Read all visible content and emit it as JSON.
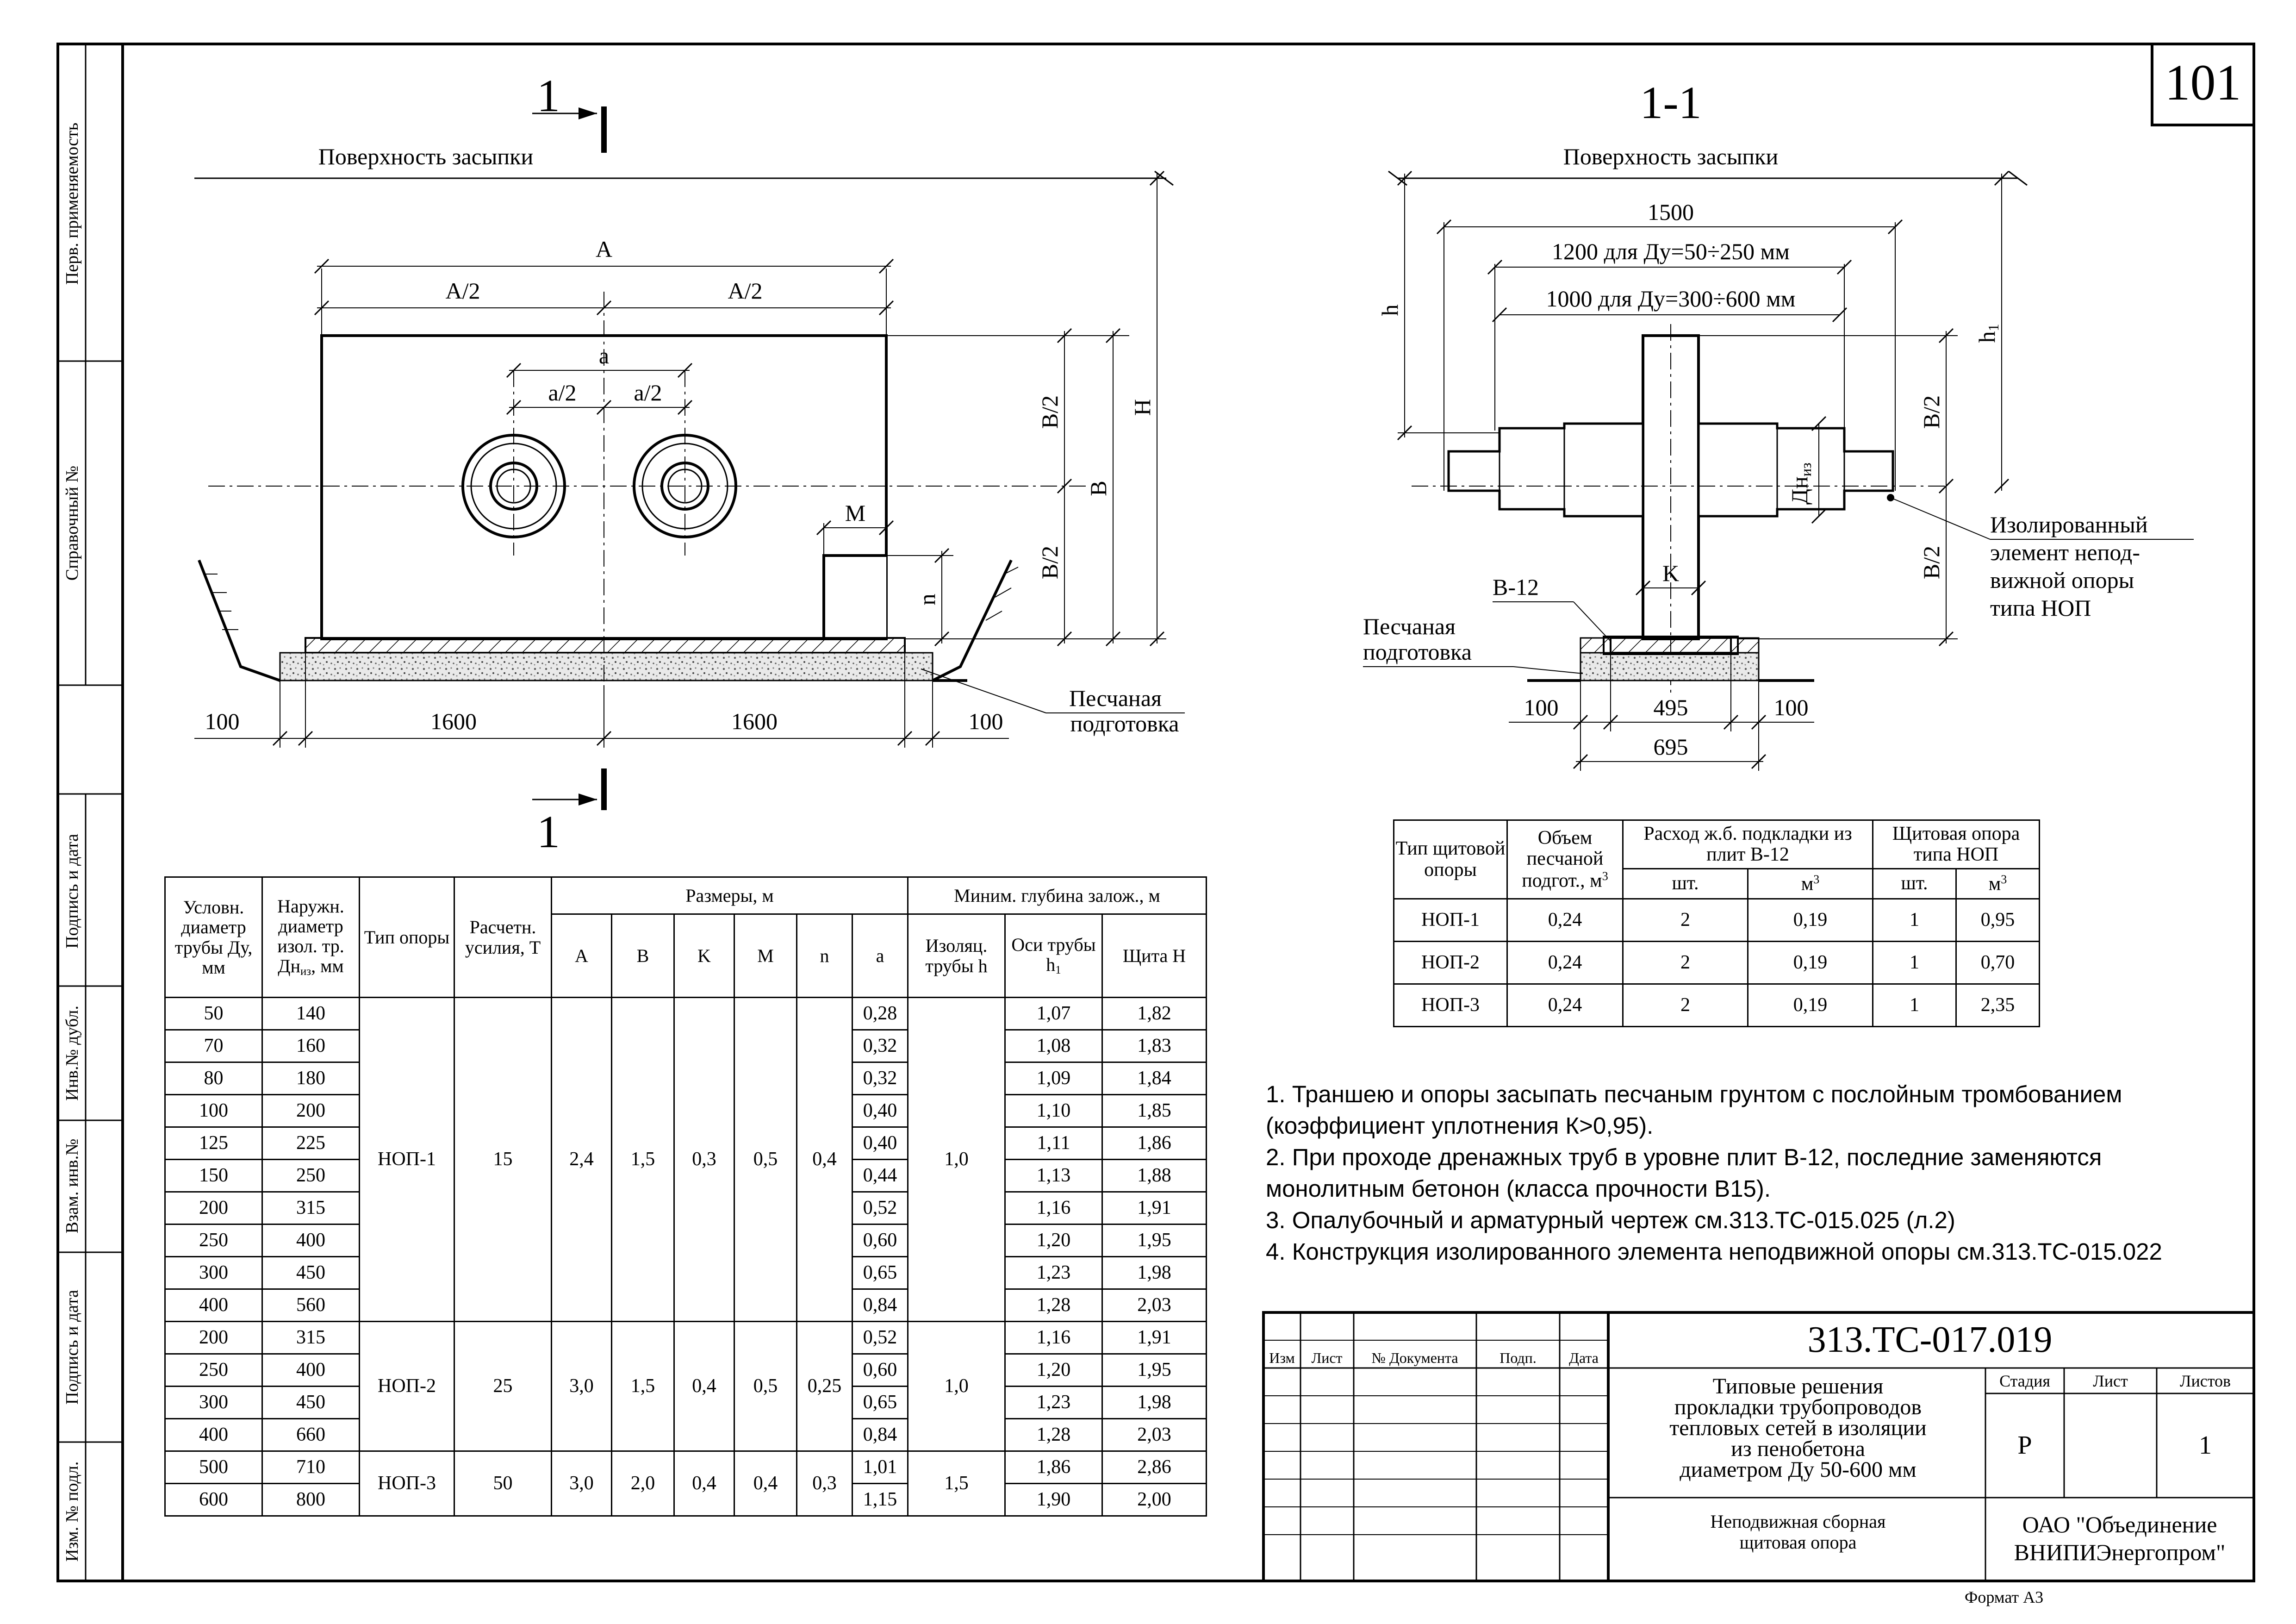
{
  "sheet": {
    "number": "101",
    "format_label": "Формат А3"
  },
  "side_stamp": {
    "perv_prim": "Перв. применяемость",
    "sprav_no": "Справочный №",
    "podpis_data_1": "Подпись и дата",
    "inv_dubl": "Инв.№ дубл.",
    "vzam_inv": "Взам. инв.№",
    "podpis_data_2": "Подпись и дата",
    "inv_podl": "Изм. № подл."
  },
  "plan_view": {
    "section_marker": "1",
    "surface_label": "Поверхность засыпки",
    "dim_A": "A",
    "dim_A_half_left": "A/2",
    "dim_A_half_right": "A/2",
    "dim_a": "a",
    "dim_a_half_left": "a/2",
    "dim_a_half_right": "a/2",
    "dim_B_half_top": "B/2",
    "dim_B": "B",
    "dim_B_half_bottom": "B/2",
    "dim_H": "H",
    "dim_M": "M",
    "dim_n": "n",
    "dim_100_left": "100",
    "dim_1600_left": "1600",
    "dim_1600_right": "1600",
    "dim_100_right": "100",
    "sand_label_1": "Песчаная",
    "sand_label_2": "подготовка"
  },
  "section_view": {
    "title": "1-1",
    "surface_label": "Поверхность засыпки",
    "dim_1500": "1500",
    "dim_1200": "1200 для Ду=50÷250 мм",
    "dim_1000": "1000 для Ду=300÷600 мм",
    "dim_h": "h",
    "dim_h1": "h",
    "dim_h1_sub": "1",
    "dim_B_half_top": "B/2",
    "dim_B_half_bottom": "B/2",
    "dim_Dn": "Дн",
    "dim_Dn_sub": "из",
    "dim_K": "K",
    "label_B12": "B-12",
    "sand_label_1": "Песчаная",
    "sand_label_2": "подготовка",
    "callout_1": "Изолированный",
    "callout_2": "элемент непод-",
    "callout_3": "вижной опоры",
    "callout_4": "типа НОП",
    "dim_100_left": "100",
    "dim_495": "495",
    "dim_100_right": "100",
    "dim_695": "695"
  },
  "main_table": {
    "headers": {
      "du": "Условн. диаметр трубы Ду, мм",
      "dn": "Наружн. диаметр изол. тр. Дн",
      "dn_sub": "из",
      "dn_tail": ", мм",
      "type": "Тип опоры",
      "force": "Расчетн. усилия, Т",
      "sizes": "Размеры, м",
      "min_depth": "Миним. глубина залож., м",
      "A": "A",
      "B": "B",
      "K": "K",
      "M": "M",
      "n": "n",
      "a": "a",
      "h": "Изоляц. трубы h",
      "h1": "Оси трубы h",
      "h1_sub": "1",
      "H": "Щита H"
    },
    "rows": [
      {
        "du": "50",
        "dn": "140",
        "a": "0,28",
        "h1": "1,07",
        "H": "1,82"
      },
      {
        "du": "70",
        "dn": "160",
        "a": "0,32",
        "h1": "1,08",
        "H": "1,83"
      },
      {
        "du": "80",
        "dn": "180",
        "a": "0,32",
        "h1": "1,09",
        "H": "1,84"
      },
      {
        "du": "100",
        "dn": "200",
        "a": "0,40",
        "h1": "1,10",
        "H": "1,85"
      },
      {
        "du": "125",
        "dn": "225",
        "a": "0,40",
        "h1": "1,11",
        "H": "1,86"
      },
      {
        "du": "150",
        "dn": "250",
        "a": "0,44",
        "h1": "1,13",
        "H": "1,88"
      },
      {
        "du": "200",
        "dn": "315",
        "a": "0,52",
        "h1": "1,16",
        "H": "1,91"
      },
      {
        "du": "250",
        "dn": "400",
        "a": "0,60",
        "h1": "1,20",
        "H": "1,95"
      },
      {
        "du": "300",
        "dn": "450",
        "a": "0,65",
        "h1": "1,23",
        "H": "1,98"
      },
      {
        "du": "400",
        "dn": "560",
        "a": "0,84",
        "h1": "1,28",
        "H": "2,03"
      },
      {
        "du": "200",
        "dn": "315",
        "a": "0,52",
        "h1": "1,16",
        "H": "1,91"
      },
      {
        "du": "250",
        "dn": "400",
        "a": "0,60",
        "h1": "1,20",
        "H": "1,95"
      },
      {
        "du": "300",
        "dn": "450",
        "a": "0,65",
        "h1": "1,23",
        "H": "1,98"
      },
      {
        "du": "400",
        "dn": "660",
        "a": "0,84",
        "h1": "1,28",
        "H": "2,03"
      },
      {
        "du": "500",
        "dn": "710",
        "a": "1,01",
        "h1": "1,86",
        "H": "2,86"
      },
      {
        "du": "600",
        "dn": "800",
        "a": "1,15",
        "h1": "1,90",
        "H": "2,00"
      }
    ],
    "groups": [
      {
        "type": "НОП-1",
        "force": "15",
        "A": "2,4",
        "B": "1,5",
        "K": "0,3",
        "M": "0,5",
        "n": "0,4",
        "h": "1,0"
      },
      {
        "type": "НОП-2",
        "force": "25",
        "A": "3,0",
        "B": "1,5",
        "K": "0,4",
        "M": "0,5",
        "n": "0,25",
        "h": "1,0"
      },
      {
        "type": "НОП-3",
        "force": "50",
        "A": "3,0",
        "B": "2,0",
        "K": "0,4",
        "M": "0,4",
        "n": "0,3",
        "h": "1,5"
      }
    ]
  },
  "bom_table": {
    "headers": {
      "type": "Тип щитовой опоры",
      "sand": "Объем песчаной подгот., м",
      "sand_sup": "3",
      "slabs": "Расход ж.б. подкладки из плит B-12",
      "shield": "Щитовая опора типа НОП",
      "pcs_1": "шт.",
      "m3_1": "м",
      "m3_1_sup": "3",
      "pcs_2": "шт.",
      "m3_2": "м",
      "m3_2_sup": "3"
    },
    "rows": [
      {
        "type": "НОП-1",
        "sand": "0,24",
        "slab_pcs": "2",
        "slab_m3": "0,19",
        "shield_pcs": "1",
        "shield_m3": "0,95"
      },
      {
        "type": "НОП-2",
        "sand": "0,24",
        "slab_pcs": "2",
        "slab_m3": "0,19",
        "shield_pcs": "1",
        "shield_m3": "0,70"
      },
      {
        "type": "НОП-3",
        "sand": "0,24",
        "slab_pcs": "2",
        "slab_m3": "0,19",
        "shield_pcs": "1",
        "shield_m3": "2,35"
      }
    ]
  },
  "notes": [
    "1. Траншею и опоры засыпать песчаным грунтом с послойным тромбованием",
    "(коэффициент уплотнения К>0,95).",
    "2. При проходе дренажных труб в уровне плит В-12, последние заменяются",
    "монолитным бетонон (класса прочности В15).",
    "3. Опалубочный и арматурный чертеж см.313.ТС-015.025 (л.2)",
    "4. Конструкция изолированного элемента неподвижной опоры см.313.ТС-015.022"
  ],
  "title_block": {
    "doc_code": "313.ТС-017.019",
    "col_izm": "Изм",
    "col_list": "Лист",
    "col_doc": "№ Документа",
    "col_podp": "Подп.",
    "col_data": "Дата",
    "title_1": "Типовые решения",
    "title_2": "прокладки трубопроводов",
    "title_3": "тепловых сетей в изоляции",
    "title_4": "из пенобетона",
    "title_5": "диаметром Ду 50-600 мм",
    "stage_h": "Стадия",
    "sheet_h": "Лист",
    "sheets_h": "Листов",
    "stage": "Р",
    "sheet": "",
    "sheets": "1",
    "drawing_name_1": "Неподвижная сборная",
    "drawing_name_2": "щитовая опора",
    "org_1": "ОАО \"Объединение",
    "org_2": "ВНИПИЭнергопром\""
  }
}
